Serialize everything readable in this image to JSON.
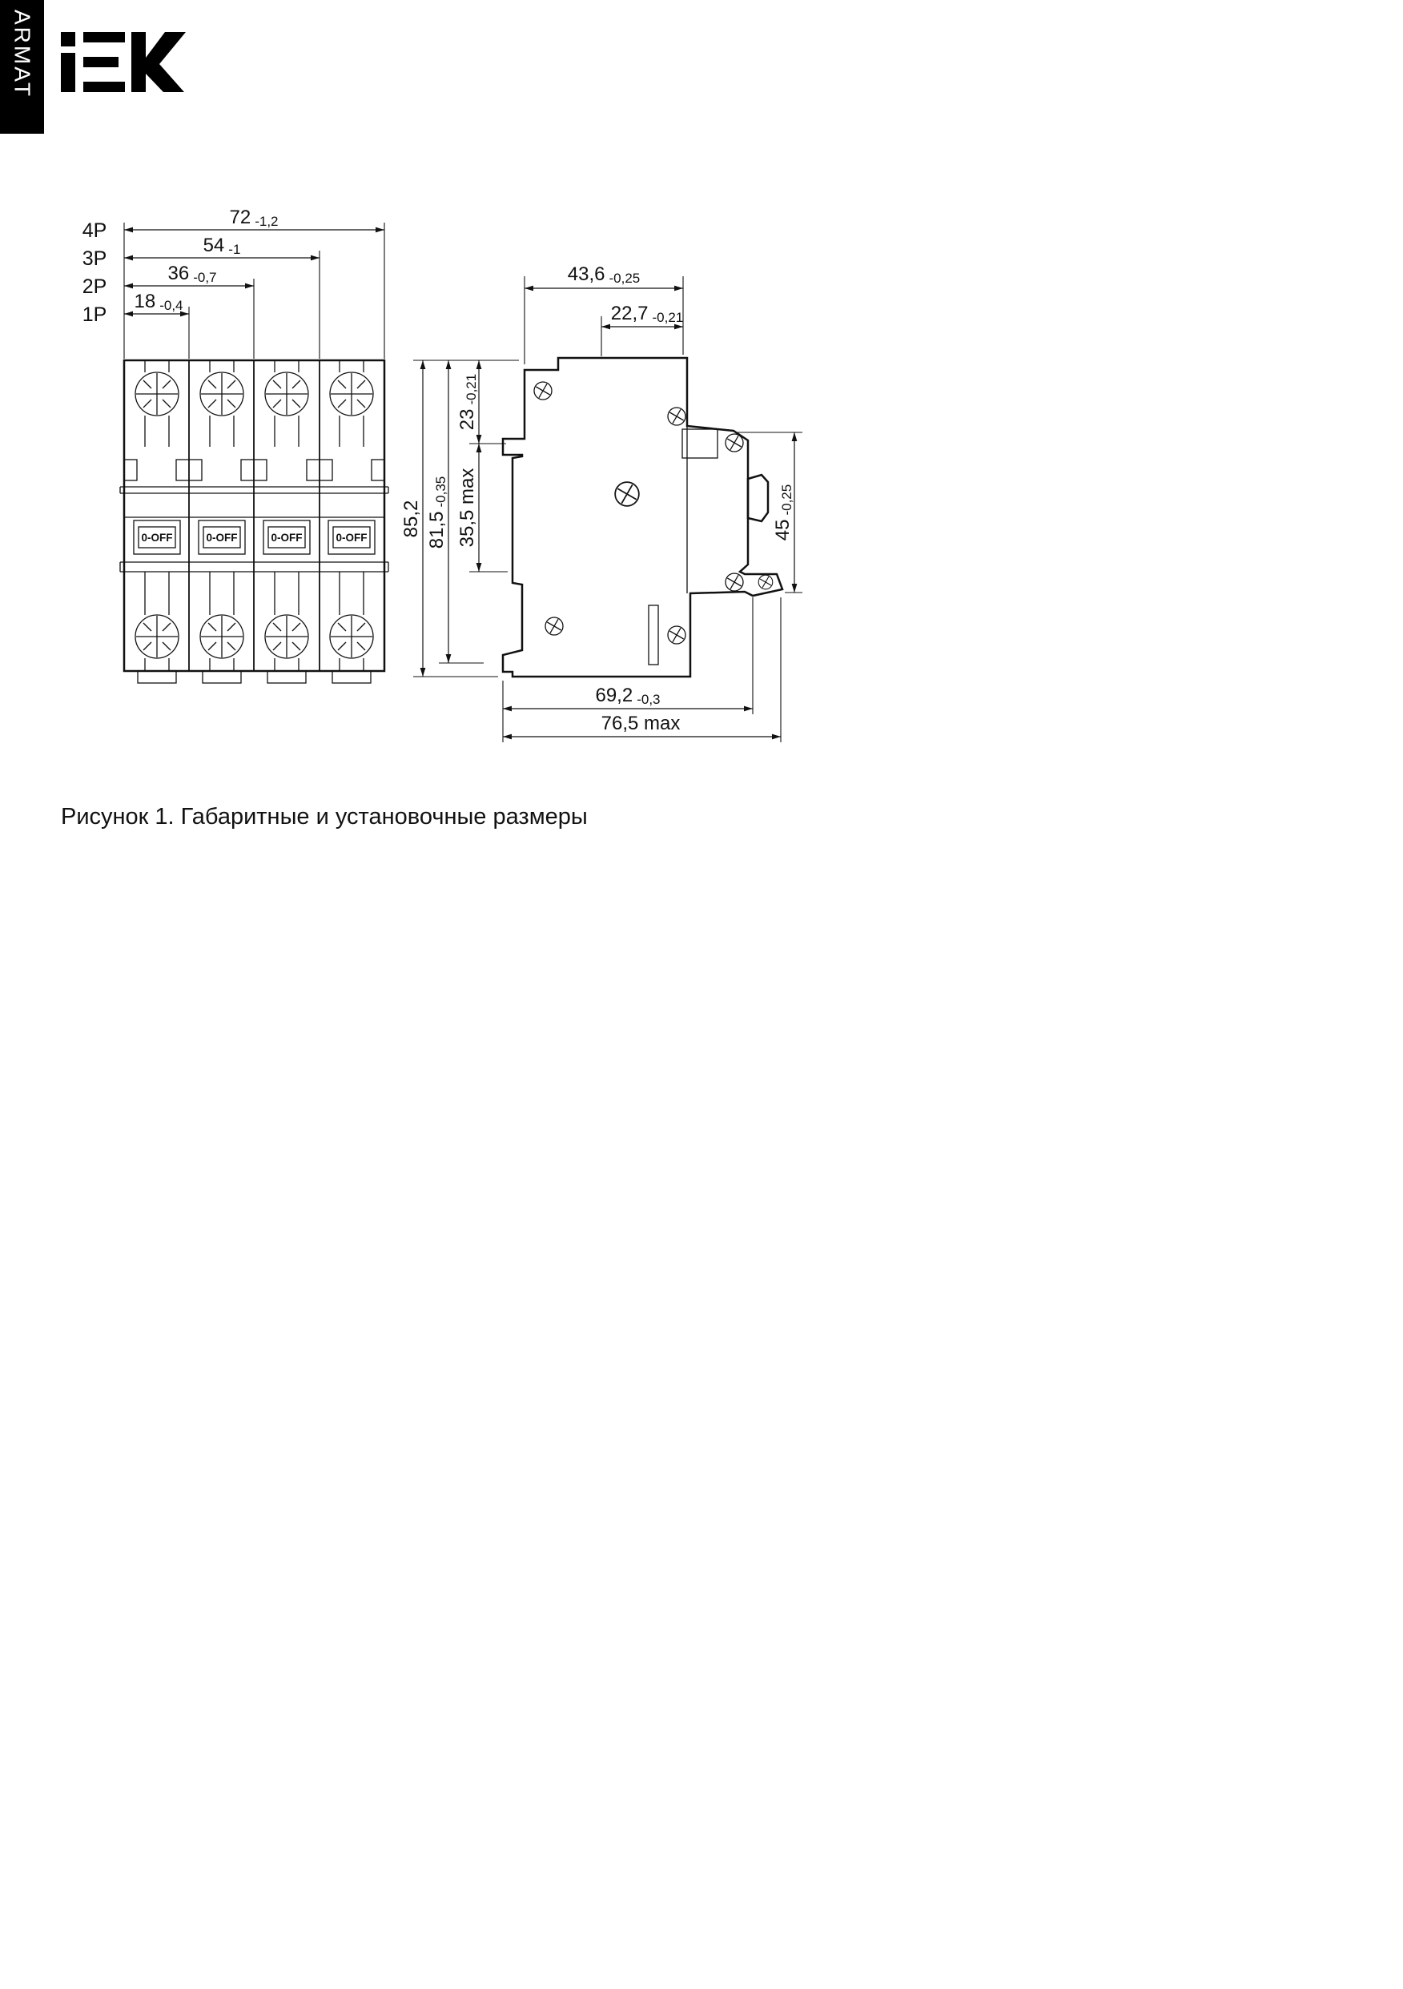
{
  "brand": {
    "sidebar_label": "ARMAT",
    "logo_text": "IEK"
  },
  "caption": "Рисунок 1. Габаритные и установочные размеры",
  "front_view": {
    "toggle_label": "0-OFF",
    "dims": [
      {
        "pole": "4P",
        "value": "72",
        "tol": "-1,2"
      },
      {
        "pole": "3P",
        "value": "54",
        "tol": "-1"
      },
      {
        "pole": "2P",
        "value": "36",
        "tol": "-0,7"
      },
      {
        "pole": "1P",
        "value": "18",
        "tol": "-0,4"
      }
    ]
  },
  "side_view": {
    "dims": {
      "depth_top": {
        "value": "43,6",
        "tol": "-0,25"
      },
      "depth_upper": {
        "value": "22,7",
        "tol": "-0,21"
      },
      "height_overall": {
        "value": "85,2",
        "tol": ""
      },
      "height_body": {
        "value": "81,5",
        "tol": "-0,35"
      },
      "height_front_max": {
        "value": "35,5 max",
        "tol": ""
      },
      "height_top_section": {
        "value": "23",
        "tol": "-0,21"
      },
      "front_panel_height": {
        "value": "45",
        "tol": "-0,25"
      },
      "depth_bottom": {
        "value": "69,2",
        "tol": "-0,3"
      },
      "depth_overall_max": {
        "value": "76,5 max",
        "tol": ""
      }
    }
  }
}
